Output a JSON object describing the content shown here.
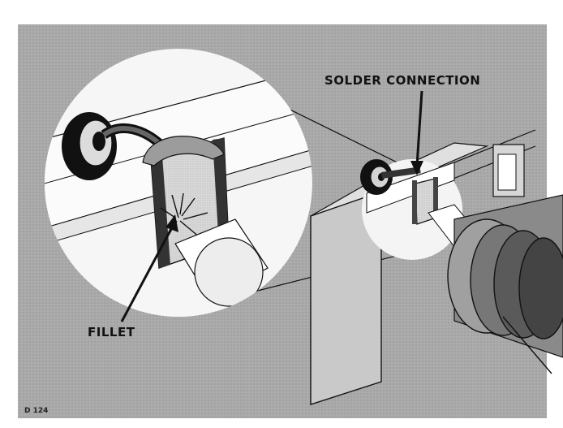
{
  "labels": {
    "solder_connection": "SOLDER CONNECTION",
    "fillet": "FILLET",
    "figure_code": "D 124"
  },
  "colors": {
    "background_gray": "#a9a9a9",
    "panel_gray": "#bdbdbd",
    "highlight_white": "#ffffff",
    "ink": "#111111"
  }
}
